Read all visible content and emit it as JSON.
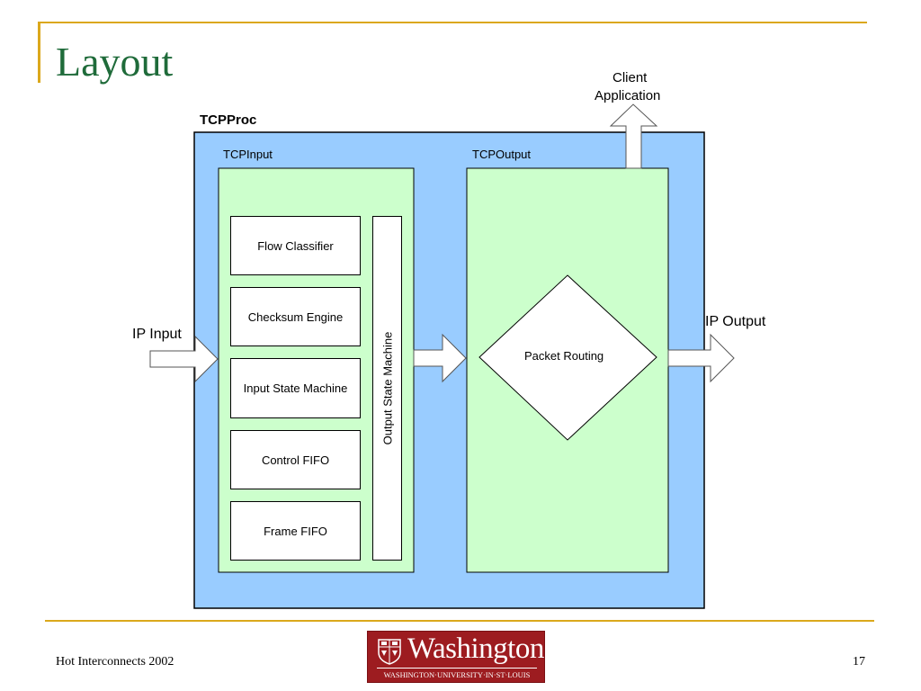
{
  "slide": {
    "title": "Layout",
    "footer_left": "Hot Interconnects 2002",
    "page_number": "17"
  },
  "diagram": {
    "outer_label": "TCPProc",
    "client_label_line1": "Client",
    "client_label_line2": "Application",
    "input_label": "TCPInput",
    "output_label": "TCPOutput",
    "blocks": [
      "Flow Classifier",
      "Checksum Engine",
      "Input State Machine",
      "Control FIFO",
      "Frame FIFO"
    ],
    "output_state_machine": "Output State Machine",
    "packet_routing": "Packet Routing",
    "ip_input": "IP Input",
    "ip_output": "IP Output"
  },
  "logo": {
    "wordmark": "Washington",
    "tagline": "WASHINGTON·UNIVERSITY·IN·ST·LOUIS"
  },
  "colors": {
    "title_green": "#1f6b3a",
    "accent_gold": "#dba81c",
    "outer_blue": "#99ccff",
    "inner_green": "#ccffcc",
    "logo_red": "#9d1c20"
  }
}
